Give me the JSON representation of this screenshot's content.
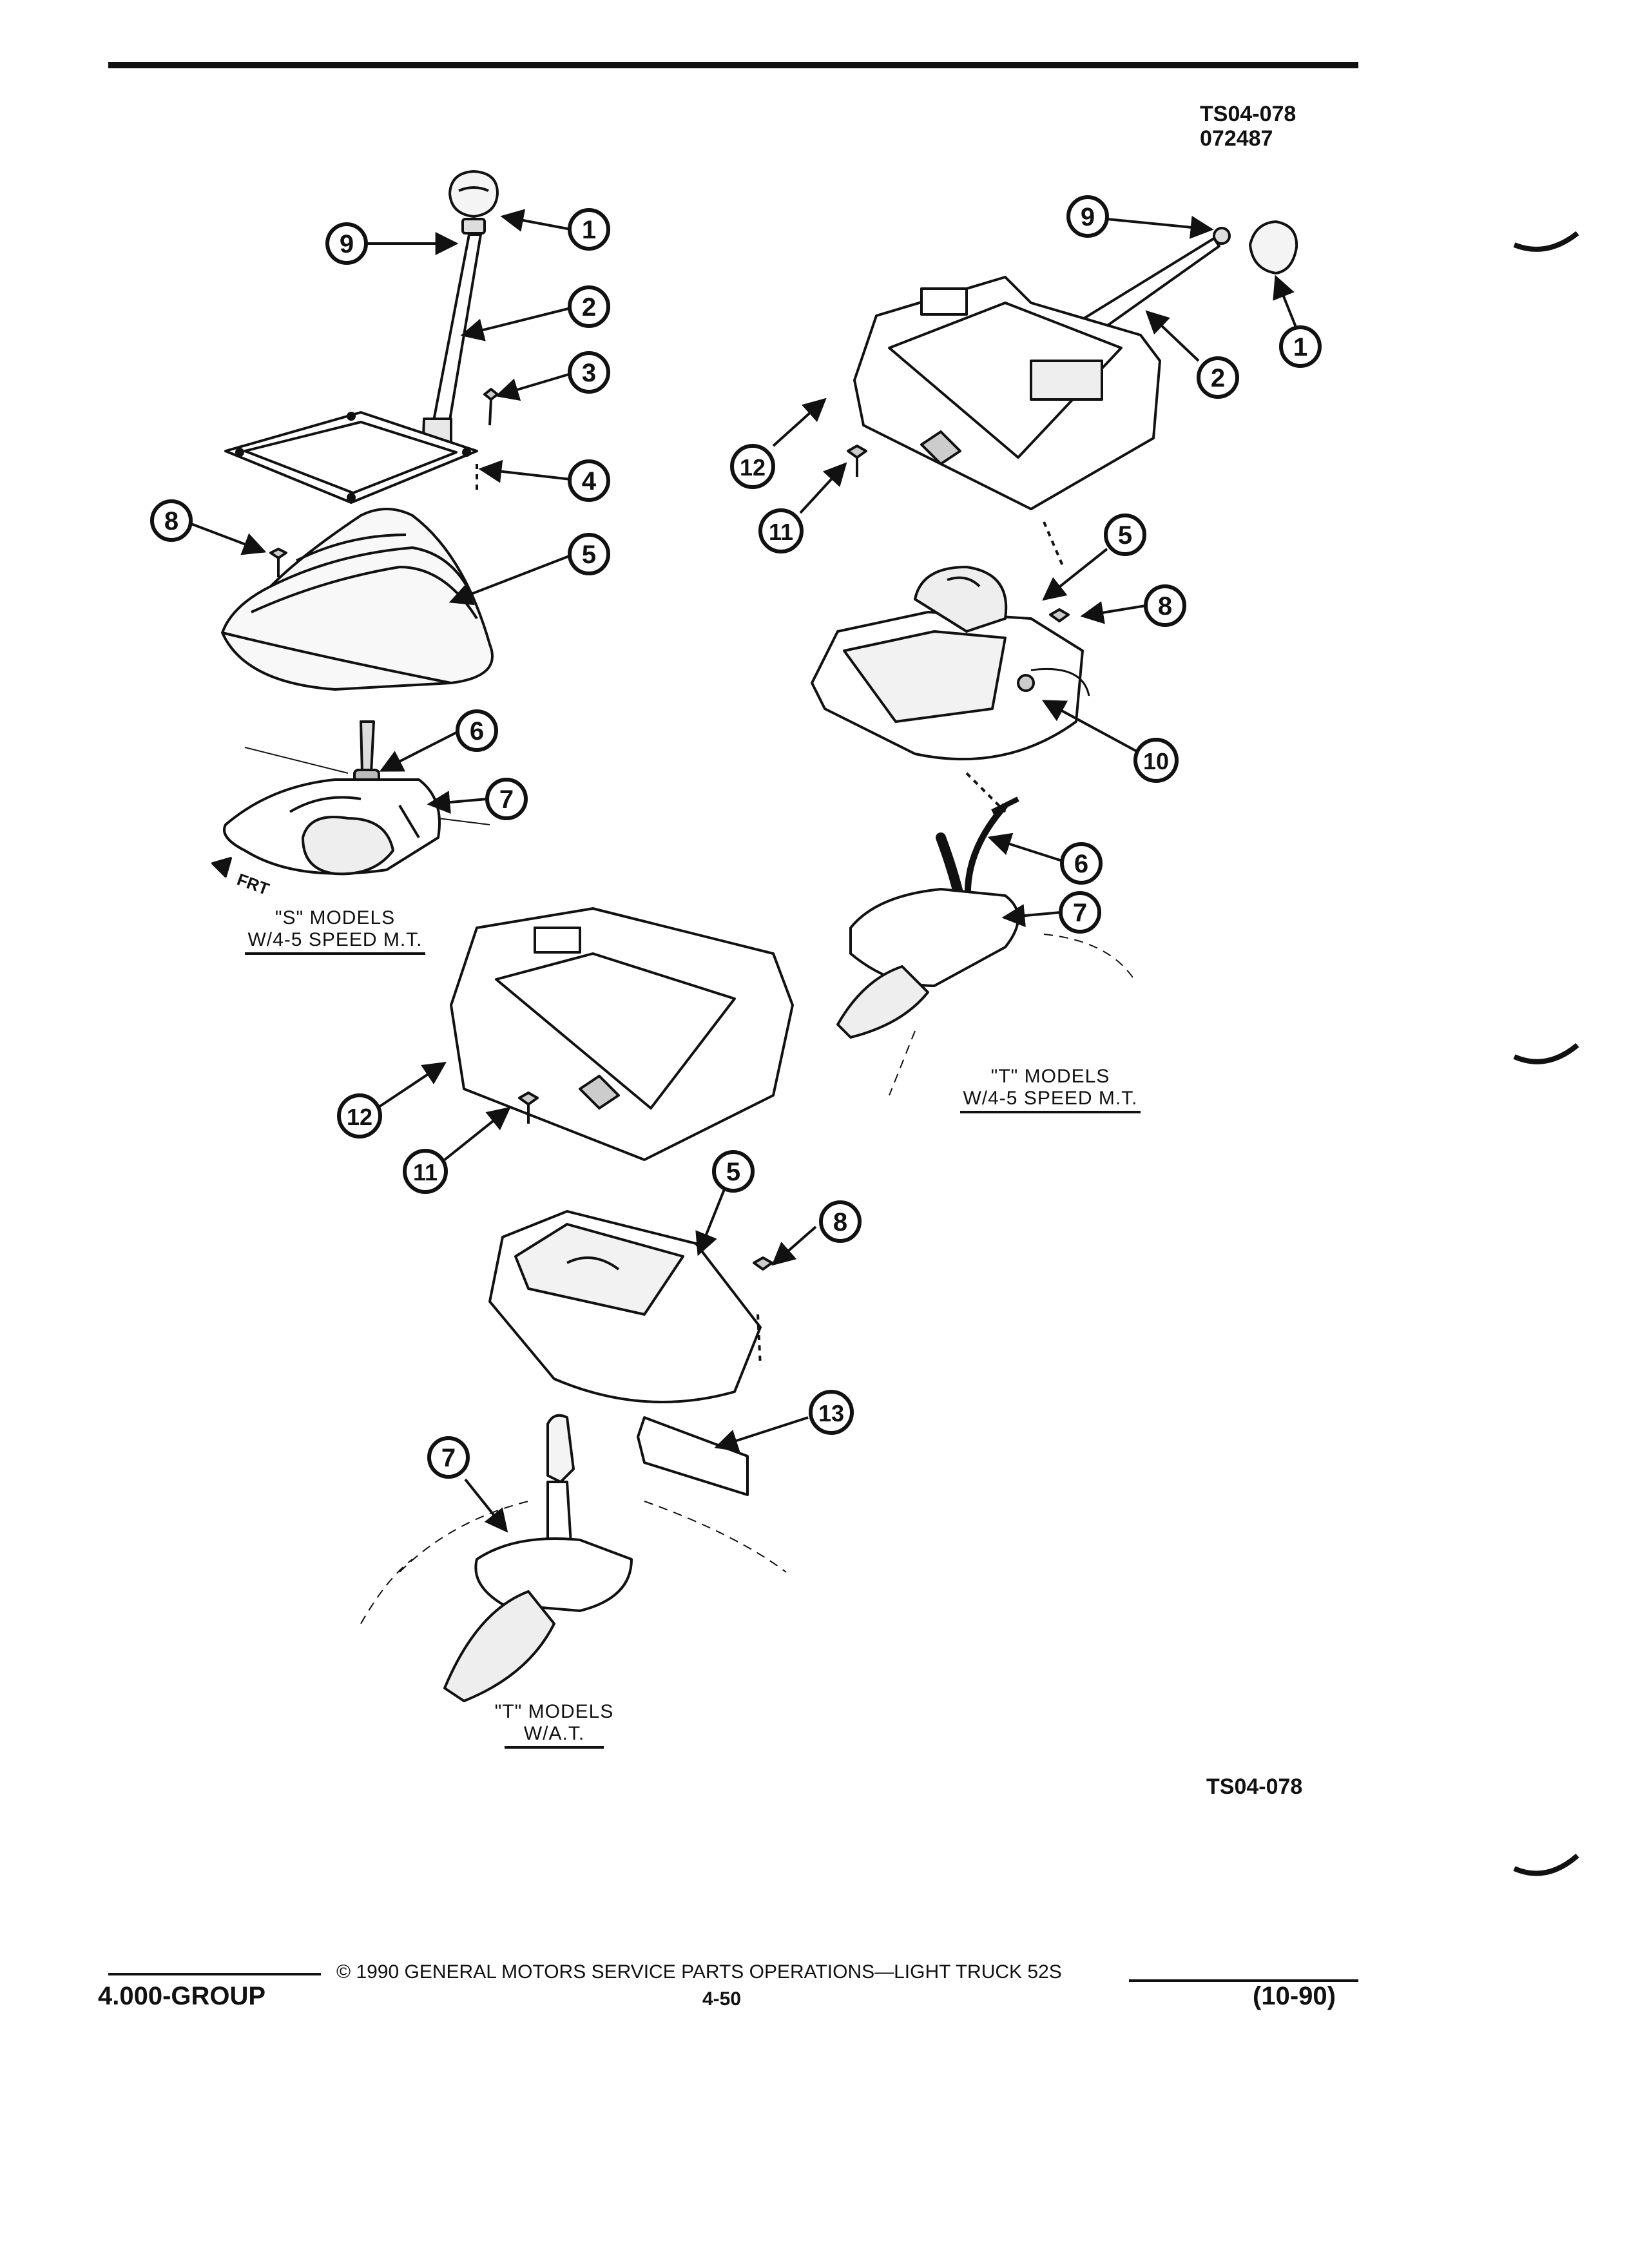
{
  "header": {
    "codes": [
      "TS04-078",
      "072487"
    ]
  },
  "diagram": {
    "callouts": [
      "1",
      "2",
      "3",
      "4",
      "5",
      "6",
      "7",
      "8",
      "9",
      "10",
      "11",
      "12",
      "13"
    ],
    "labels": {
      "s_models_line1": "\"S\" MODELS",
      "s_models_line2": "W/4-5 SPEED M.T.",
      "t_models_mt_line1": "\"T\" MODELS",
      "t_models_mt_line2": "W/4-5 SPEED M.T.",
      "t_models_at_line1": "\"T\" MODELS",
      "t_models_at_line2": "W/A.T.",
      "front_arrow": "FRT"
    },
    "figure_code": "TS04-078"
  },
  "footer": {
    "copyright": "© 1990 GENERAL MOTORS SERVICE PARTS OPERATIONS—LIGHT TRUCK 52S",
    "group": "4.000-GROUP",
    "page_number": "4-50",
    "date": "(10-90)"
  }
}
